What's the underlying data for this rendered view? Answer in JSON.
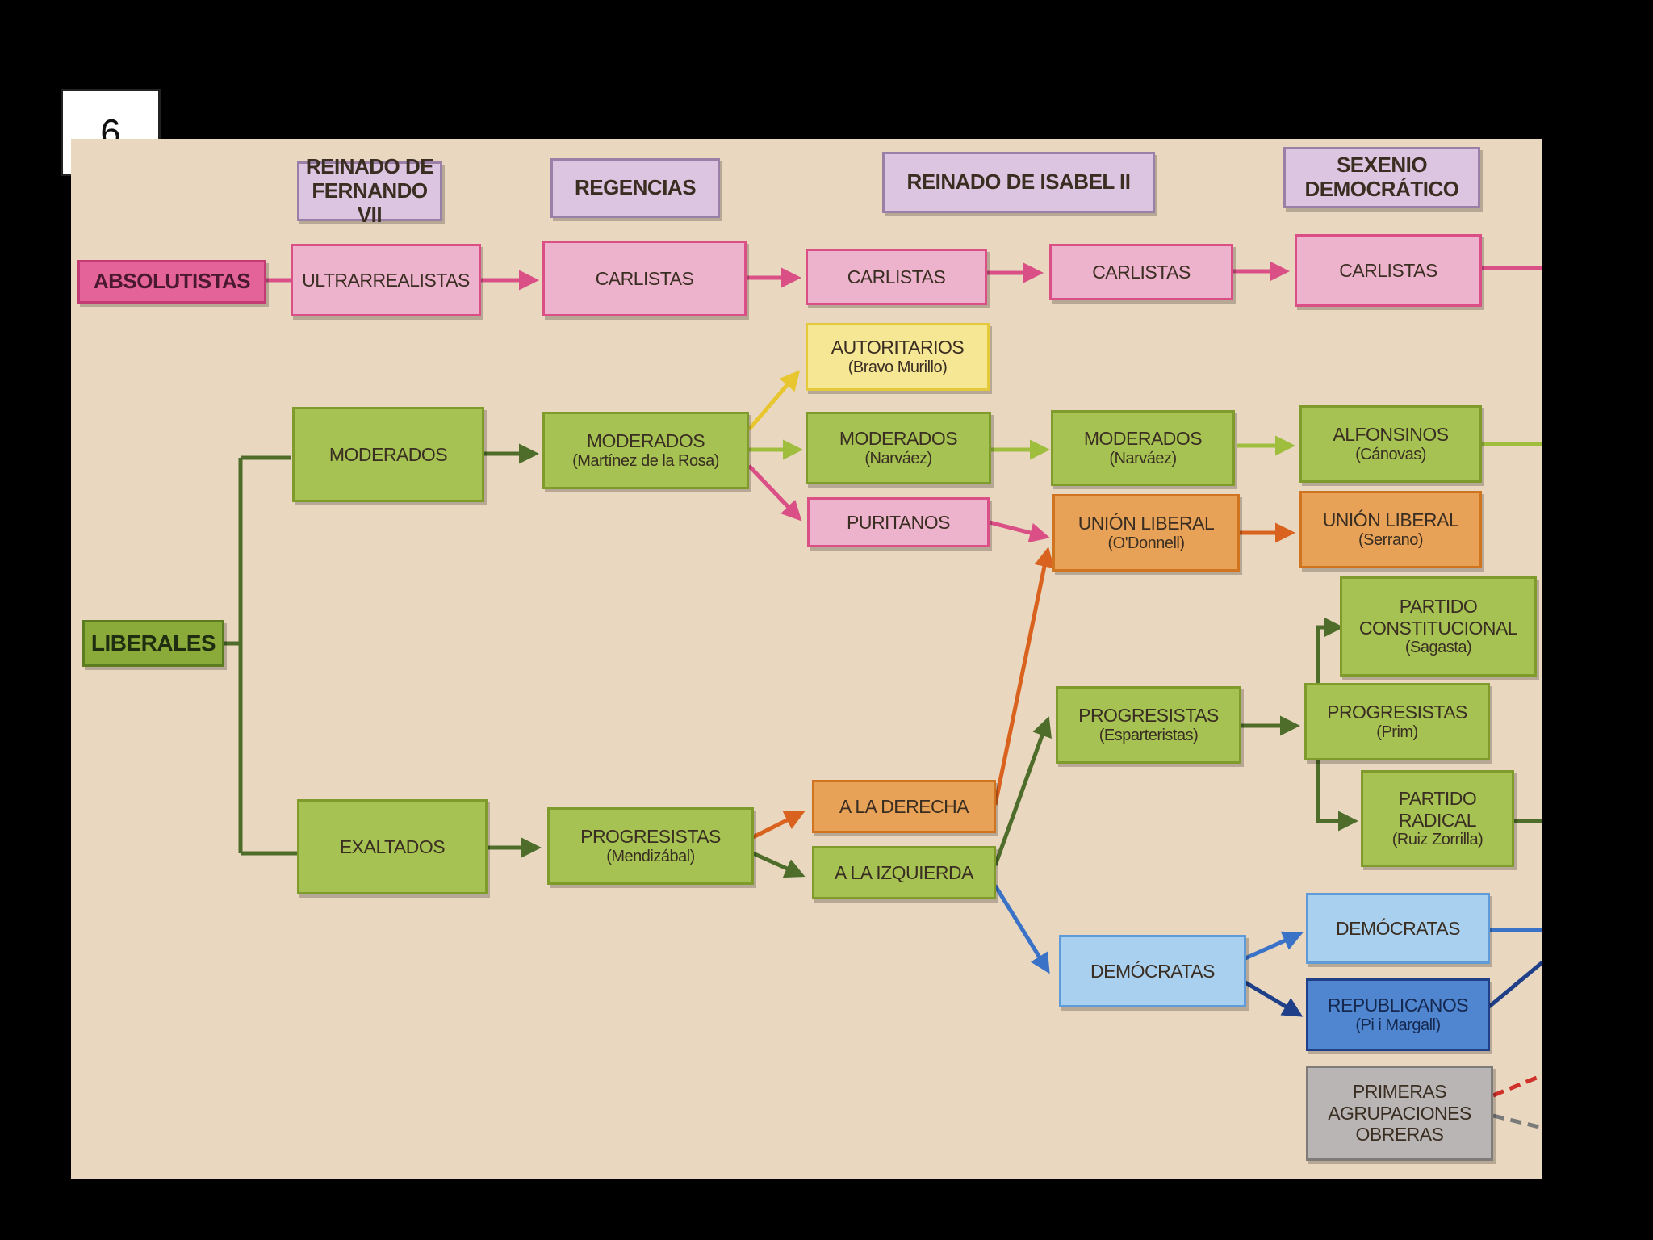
{
  "slide_number": "6",
  "periods": {
    "fernando": "REINADO DE FERNANDO VII",
    "regencias": "REGENCIAS",
    "isabel": "REINADO DE ISABEL II",
    "sexenio": "SEXENIO DEMOCRÁTICO"
  },
  "nodes": {
    "absolutistas": "ABSOLUTISTAS",
    "ultrarrealistas": "ULTRARREALISTAS",
    "carlistas_1": "CARLISTAS",
    "carlistas_2": "CARLISTAS",
    "carlistas_3": "CARLISTAS",
    "carlistas_4": "CARLISTAS",
    "liberales": "LIBERALES",
    "moderados": "MODERADOS",
    "moderados_martinez": {
      "name": "MODERADOS",
      "leader": "(Martínez de la Rosa)"
    },
    "autoritarios": {
      "name": "AUTORITARIOS",
      "leader": "(Bravo Murillo)"
    },
    "moderados_narvaez_1": {
      "name": "MODERADOS",
      "leader": "(Narváez)"
    },
    "puritanos": "PURITANOS",
    "moderados_narvaez_2": {
      "name": "MODERADOS",
      "leader": "(Narváez)"
    },
    "union_liberal_odonnell": {
      "name": "UNIÓN LIBERAL",
      "leader": "(O'Donnell)"
    },
    "alfonsinos": {
      "name": "ALFONSINOS",
      "leader": "(Cánovas)"
    },
    "union_liberal_serrano": {
      "name": "UNIÓN LIBERAL",
      "leader": "(Serrano)"
    },
    "partido_constitucional": {
      "name": "PARTIDO CONSTITUCIONAL",
      "leader": "(Sagasta)"
    },
    "progresistas_esparteristas": {
      "name": "PROGRESISTAS",
      "leader": "(Esparteristas)"
    },
    "progresistas_prim": {
      "name": "PROGRESISTAS",
      "leader": "(Prim)"
    },
    "partido_radical": {
      "name": "PARTIDO RADICAL",
      "leader": "(Ruiz Zorrilla)"
    },
    "exaltados": "EXALTADOS",
    "progresistas_mendizabal": {
      "name": "PROGRESISTAS",
      "leader": "(Mendizábal)"
    },
    "a_la_derecha": "A LA DERECHA",
    "a_la_izquierda": "A LA IZQUIERDA",
    "democratas_1": "DEMÓCRATAS",
    "democratas_2": "DEMÓCRATAS",
    "republicanos": {
      "name": "REPUBLICANOS",
      "leader": "(Pi i Margall)"
    },
    "primeras_agrupaciones": "PRIMERAS AGRUPACIONES OBRERAS"
  },
  "colors": {
    "pink": "#d94f86",
    "green": "#4f6d2a",
    "light_green": "#9fbe3e",
    "yellow": "#e8c630",
    "orange": "#d8621e",
    "blue": "#3a72c8",
    "dark_blue": "#1f3f88",
    "red": "#d0302a",
    "grey": "#7a7a7a"
  }
}
